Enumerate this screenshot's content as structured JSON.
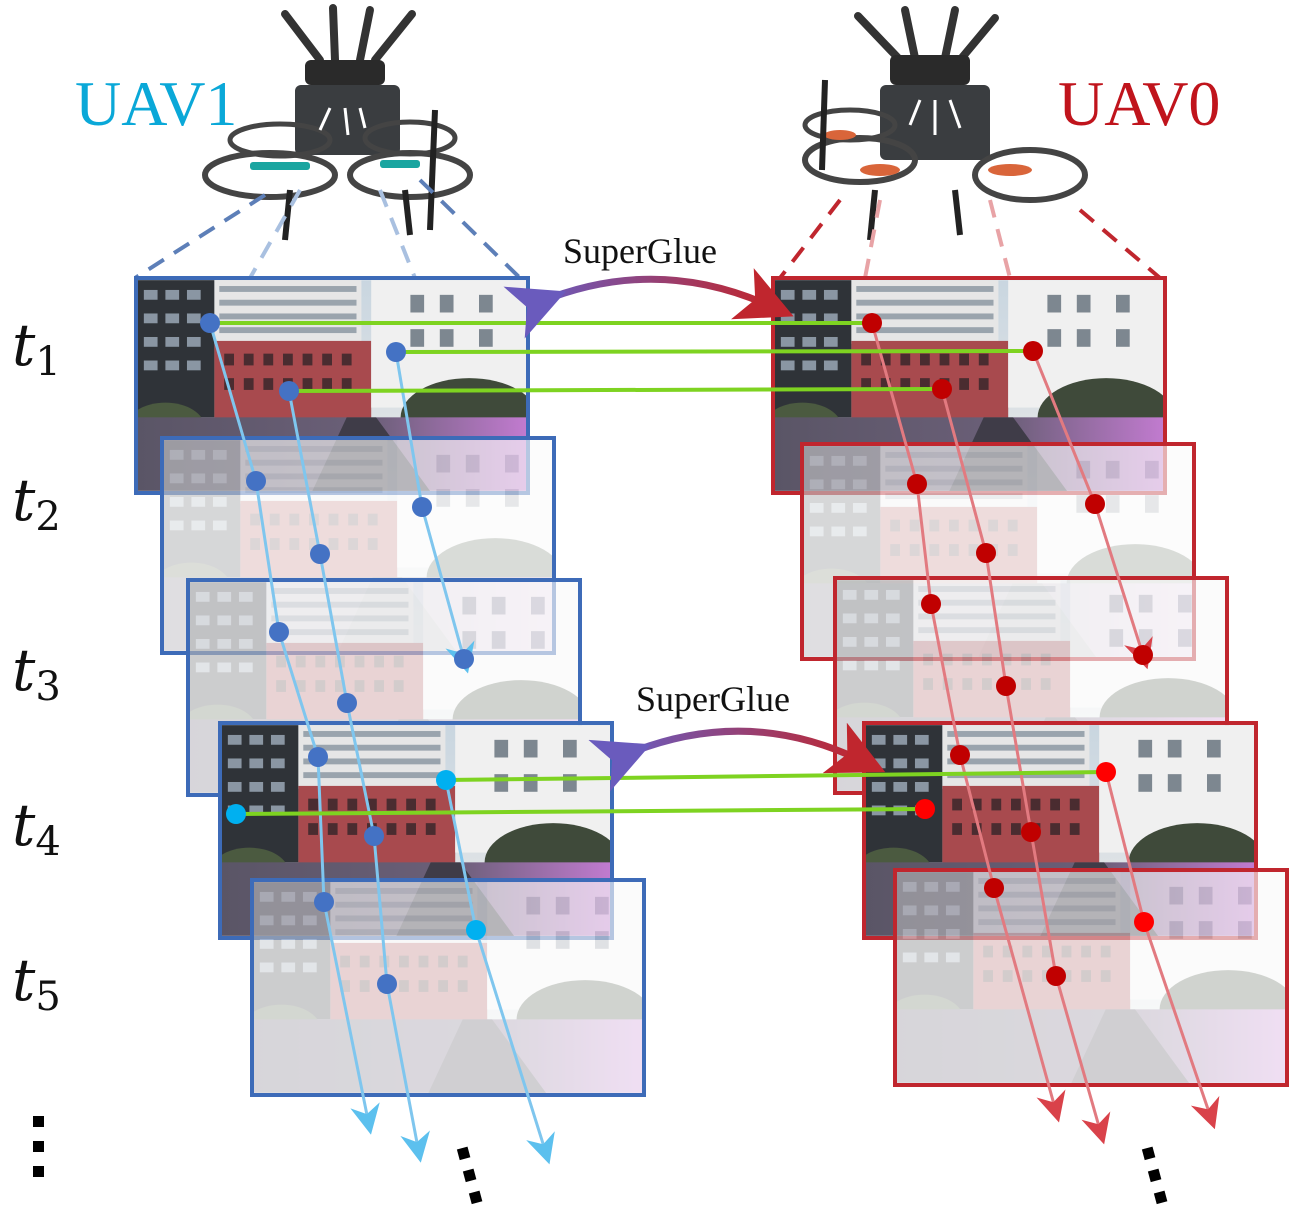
{
  "uavs": {
    "left": {
      "name": "UAV1",
      "color": "#0aa8d8",
      "frame_color": "#3d6bb8",
      "point_color": "#4472c4",
      "highlight_point_color": "#00b0f0"
    },
    "right": {
      "name": "UAV0",
      "color": "#c0141c",
      "frame_color": "#c0262e",
      "point_color": "#c00000",
      "highlight_point_color": "#ff0000"
    }
  },
  "time_steps": [
    {
      "var": "t",
      "sub": "1"
    },
    {
      "var": "t",
      "sub": "2"
    },
    {
      "var": "t",
      "sub": "3"
    },
    {
      "var": "t",
      "sub": "4"
    },
    {
      "var": "t",
      "sub": "5"
    }
  ],
  "matcher": {
    "top_label": "SuperGlue",
    "bottom_label": "SuperGlue"
  },
  "match_line_color": "#7ed321",
  "icons": [
    "drone-icon",
    "camera-frame-icon",
    "ellipsis-icon"
  ]
}
